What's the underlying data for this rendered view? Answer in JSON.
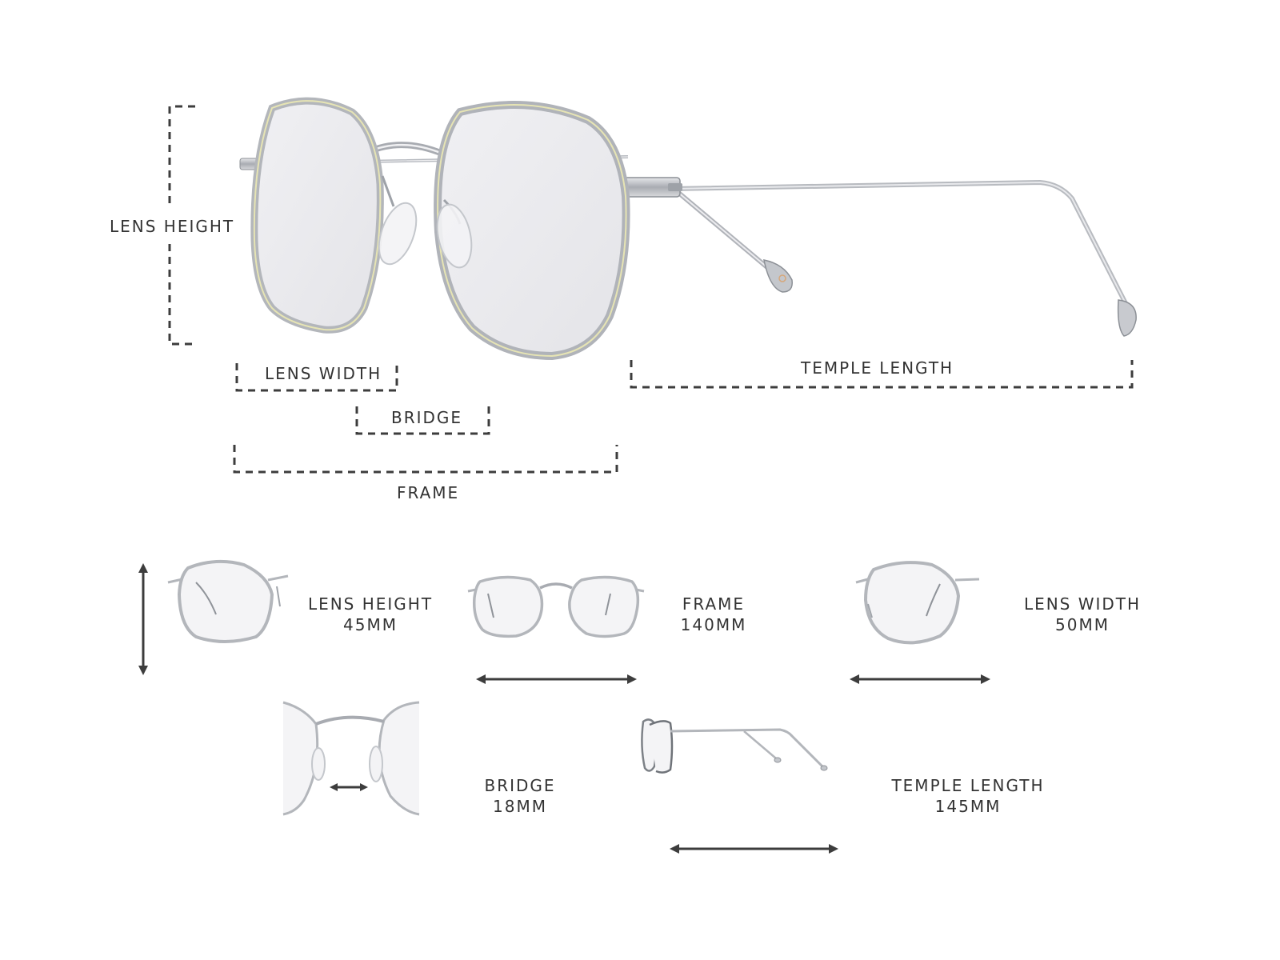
{
  "diagram": {
    "callouts": {
      "lens_height": "LENS HEIGHT",
      "lens_width": "LENS WIDTH",
      "bridge": "BRIDGE",
      "frame": "FRAME",
      "temple_length": "TEMPLE LENGTH"
    },
    "specs": [
      {
        "name": "LENS HEIGHT",
        "value": "45MM"
      },
      {
        "name": "FRAME",
        "value": "140MM"
      },
      {
        "name": "LENS WIDTH",
        "value": "50MM"
      },
      {
        "name": "BRIDGE",
        "value": "18MM"
      },
      {
        "name": "TEMPLE LENGTH",
        "value": "145MM"
      }
    ]
  },
  "colors": {
    "frame_metal": "#b9bcc2",
    "frame_shadow": "#8c9096",
    "lens_tint": "#e9e9ed",
    "lens_rim_highlight": "#e8e6b8",
    "dash_line": "#3d3d3d",
    "arrow": "#3d3d3d",
    "text": "#333333"
  },
  "icons": [
    "glasses-three-quarter-icon",
    "glasses-front-icon",
    "glasses-side-icon",
    "double-arrow-icon"
  ]
}
